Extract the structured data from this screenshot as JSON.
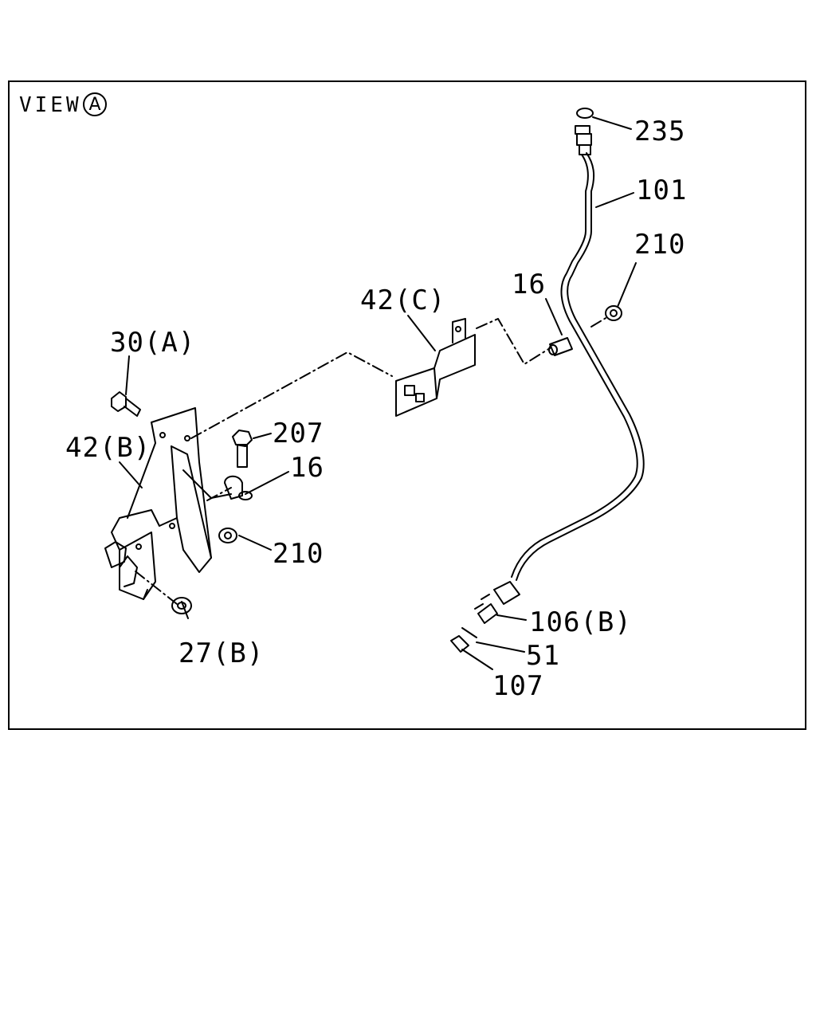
{
  "view": {
    "title": "VIEW",
    "marker": "A"
  },
  "callouts": {
    "p235": "235",
    "p101": "101",
    "p210_top": "210",
    "p16_top": "16",
    "p42c": "42(C)",
    "p30a": "30(A)",
    "p207": "207",
    "p42b": "42(B)",
    "p16_mid": "16",
    "p210_mid": "210",
    "p27b": "27(B)",
    "p106b": "106(B)",
    "p51": "51",
    "p107": "107"
  }
}
